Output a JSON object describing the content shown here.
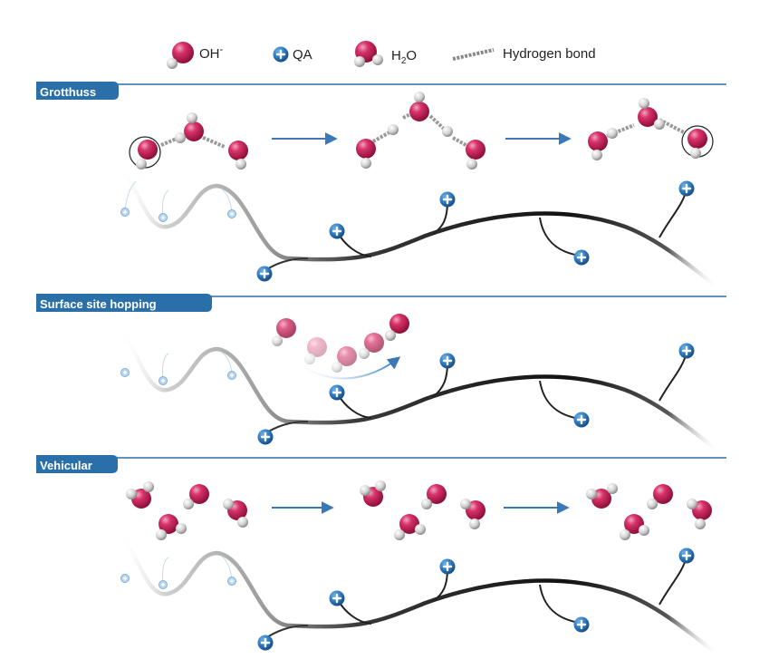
{
  "legend": {
    "hydroxide": {
      "label": "OH",
      "superscript": "-"
    },
    "qa": {
      "label": "QA"
    },
    "water": {
      "label_main": "H",
      "subscript": "2",
      "label_end": "O"
    },
    "hbond": {
      "label": "Hydrogen bond"
    }
  },
  "panels": [
    {
      "id": "grotthuss",
      "title": "Grotthuss"
    },
    {
      "id": "surface",
      "title": "Surface site hopping"
    },
    {
      "id": "vehicular",
      "title": "Vehicular"
    }
  ],
  "colors": {
    "panel_blue": "#2b6fa8",
    "oxygen": "#c81e55",
    "hydrogen": "#d8d8d8",
    "qa_blue": "#2f7bc0",
    "backbone": "#1a1a1a",
    "arrow_blue": "#3a78b8"
  },
  "icons": {
    "qa": "plus-circle-icon",
    "oxygen": "oxygen-sphere-icon",
    "hydrogen": "hydrogen-sphere-icon"
  }
}
